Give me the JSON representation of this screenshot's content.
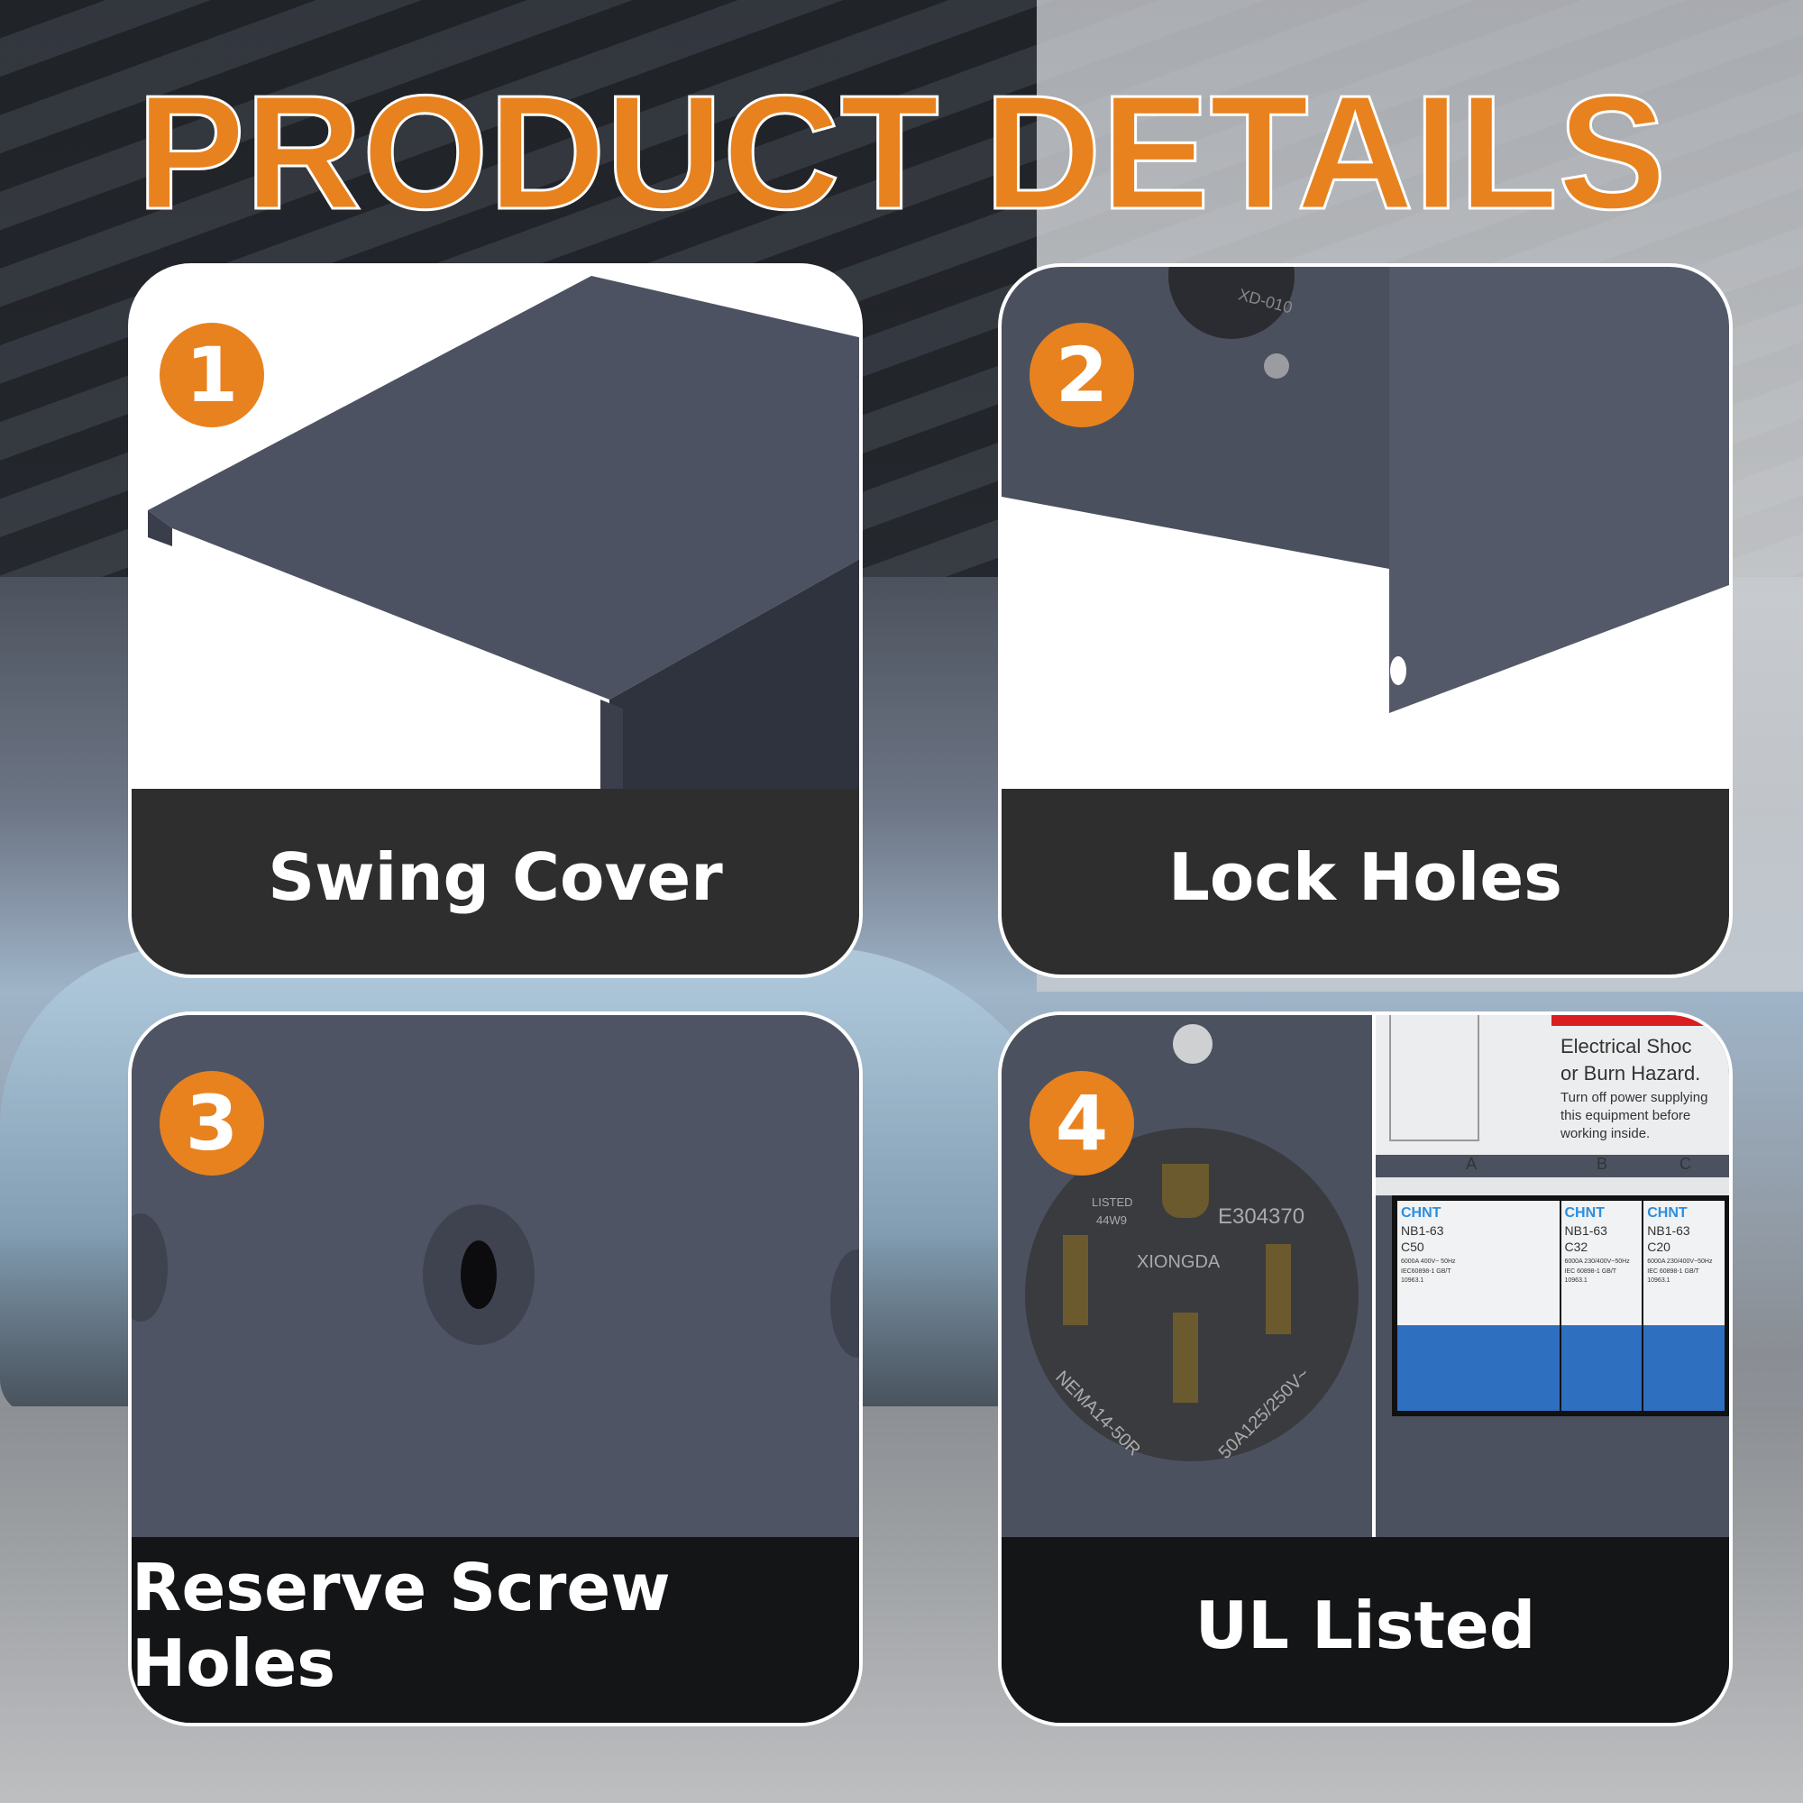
{
  "title": "PRODUCT DETAILS",
  "colors": {
    "accent": "#e8821e",
    "caption_bg": "#2e2e2e",
    "metal": "#4a4f5c"
  },
  "panels": [
    {
      "number": "1",
      "caption": "Swing Cover"
    },
    {
      "number": "2",
      "caption": "Lock Holes",
      "stamp": "XD-010"
    },
    {
      "number": "3",
      "caption": "Reserve Screw Holes"
    },
    {
      "number": "4",
      "caption": "UL Listed",
      "outlet": {
        "ul": "LISTED",
        "code": "44W9",
        "file": "E304370",
        "brand": "XIONGDA",
        "type": "NEMA14-50R",
        "rating": "50A125/250V~"
      },
      "warning": {
        "line1": "Electrical Shoc",
        "line2": "or Burn Hazard.",
        "line3": "Turn off power supplying",
        "line4": "this equipment before",
        "line5": "working inside."
      },
      "columns": [
        "A",
        "B",
        "C"
      ],
      "breakers": [
        {
          "brand": "CHNT",
          "model": "NB1-63",
          "rating": "C50",
          "spec": "6000A 400V~ 50Hz IEC60898-1 GB/T 10963.1"
        },
        {
          "brand": "CHNT",
          "model": "NB1-63",
          "rating": "C32",
          "spec": "6000A 230/400V~50Hz IEC 60898-1 GB/T 10963.1"
        },
        {
          "brand": "CHNT",
          "model": "NB1-63",
          "rating": "C20",
          "spec": "6000A 230/400V~50Hz IEC 60898-1 GB/T 10963.1"
        }
      ]
    }
  ]
}
